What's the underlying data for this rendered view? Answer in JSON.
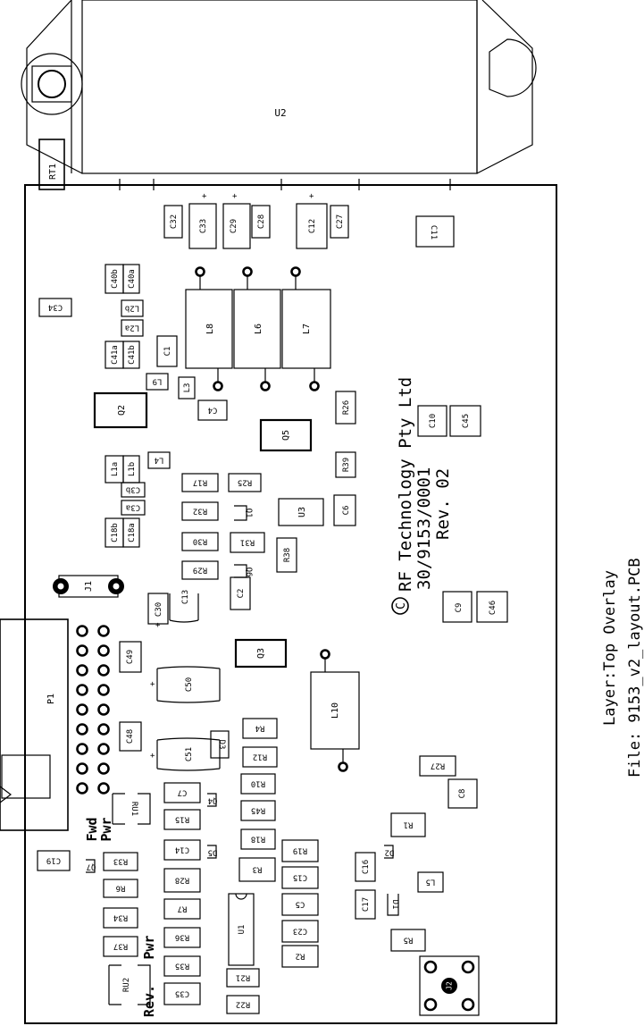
{
  "footer": {
    "layer_line": "Layer:Top Overlay",
    "file_line": "File:  9153_v2_layout.PCB"
  },
  "board_text": {
    "company_logo": "C",
    "company": "RF Technology Pty Ltd",
    "part_number": "30/9153/0001",
    "revision": "Rev. 02",
    "fwd_pwr_line1": "Fwd",
    "fwd_pwr_line2": "Pwr",
    "rev_pwr_line1": "Rev.",
    "rev_pwr_line2": "Pwr"
  },
  "designators": {
    "u2": "U2",
    "rt1": "RT1",
    "c32": "C32",
    "c33": "C33",
    "c29": "C29",
    "c28": "C28",
    "c12": "C12",
    "c27": "C27",
    "c11": "C11",
    "c40b": "C40b",
    "c40a": "C40a",
    "c34": "C34",
    "l2b": "L2b",
    "l2a": "L2a",
    "c41a": "C41a",
    "c41b": "C41b",
    "c1": "C1",
    "l8": "L8",
    "l6": "L6",
    "l7": "L7",
    "l9": "L9",
    "l3": "L3",
    "c4": "C4",
    "q2": "Q2",
    "r26": "R26",
    "c10": "C10",
    "c45": "C45",
    "q5": "Q5",
    "l1a": "L1a",
    "l1b": "L1b",
    "l4": "L4",
    "r39": "R39",
    "c3b": "C3b",
    "c3a": "C3a",
    "r17": "R17",
    "r25": "R25",
    "r32": "R32",
    "q1": "Q1",
    "u3": "U3",
    "c6": "C6",
    "c18b": "C18b",
    "c18a": "C18a",
    "r30": "R30",
    "r31": "R31",
    "r29": "R29",
    "q6": "Q6",
    "r38": "R38",
    "j1": "J1",
    "c30": "C30",
    "c13": "C13",
    "c2": "C2",
    "c9": "C9",
    "c46": "C46",
    "c49": "C49",
    "q3": "Q3",
    "l10": "L10",
    "c50": "C50",
    "p1": "P1",
    "c48": "C48",
    "c51": "C51",
    "d3": "D3",
    "r4": "R4",
    "r12": "R12",
    "r27": "R27",
    "c8": "C8",
    "ru1": "RU1",
    "c7": "C7",
    "q4": "Q4",
    "r10": "R10",
    "r45": "R45",
    "r15": "R15",
    "r1": "R1",
    "c14": "C14",
    "d5": "D5",
    "r18": "R18",
    "r19": "R19",
    "d2": "D2",
    "c19": "C19",
    "q7": "Q7",
    "r33": "R33",
    "r28": "R28",
    "r3": "R3",
    "c15": "C15",
    "c16": "C16",
    "l5": "L5",
    "r6": "R6",
    "c17": "C17",
    "d1": "D1",
    "r34": "R34",
    "r7": "R7",
    "u1": "U1",
    "c5": "C5",
    "r37": "R37",
    "r36": "R36",
    "c23": "C23",
    "r5": "R5",
    "r2": "R2",
    "r35": "R35",
    "ru2": "RU2",
    "r21": "R21",
    "c35": "C35",
    "r22": "R22",
    "j2": "J2"
  }
}
